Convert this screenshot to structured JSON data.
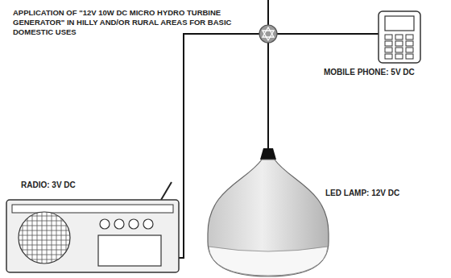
{
  "diagram": {
    "title": "APPLICATION OF \"12V 10W DC MICRO HYDRO TURBINE GENERATOR\" IN HILLY AND/OR RURAL AREAS FOR BASIC DOMESTIC USES",
    "nodes": [
      {
        "text": [
          "MOBILE PHONE: 5V DC"
        ]
      },
      {
        "text": [
          "RADIO: 3V DC"
        ]
      },
      {
        "text": [
          "LED LAMP: 12V DC"
        ]
      }
    ]
  }
}
